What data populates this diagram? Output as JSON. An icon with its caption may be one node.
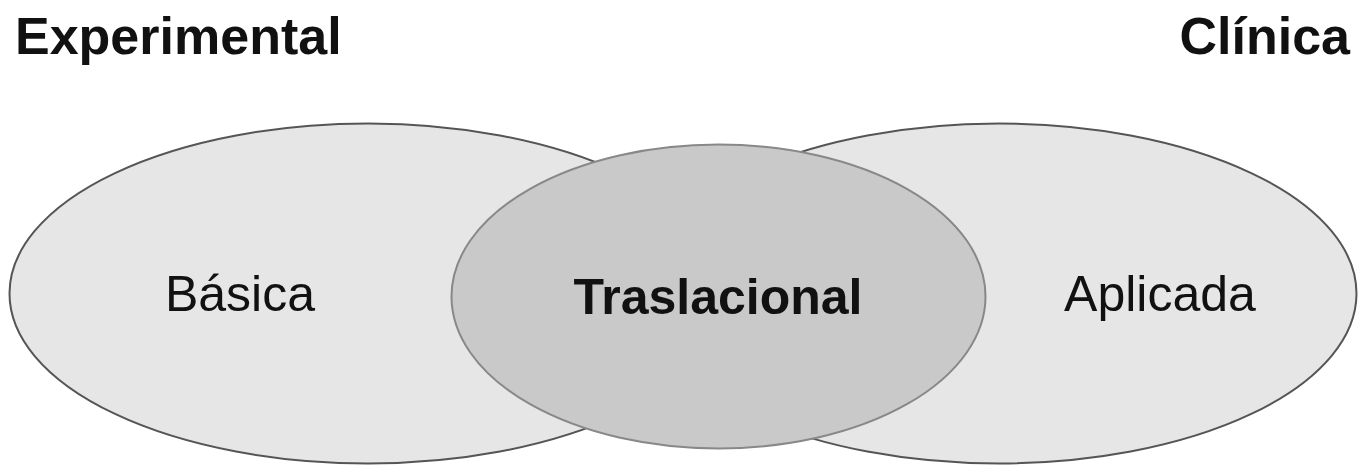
{
  "diagram": {
    "nodes": [
      {
        "text": [
          "Experimental",
          "Básica"
        ]
      },
      {
        "text": [
          "Clínica",
          "Aplicada"
        ]
      },
      {
        "text": [
          "Traslacional"
        ]
      }
    ]
  }
}
